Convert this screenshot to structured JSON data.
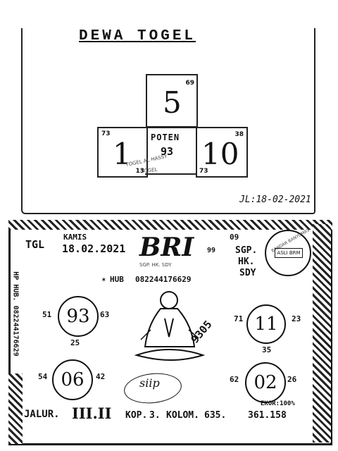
{
  "header": {
    "title": "DEWA TOGEL"
  },
  "grid": {
    "top": {
      "main": "5",
      "corner": "69"
    },
    "left": {
      "main": "1",
      "corner_top": "73",
      "corner_bottom": "13"
    },
    "center": {
      "label": "POTEN",
      "value": "93",
      "stamp_top": "TOGEL AL HASSY",
      "stamp_bottom": "TOGEL"
    },
    "right": {
      "main": "10",
      "corner_top": "38",
      "corner_bottom": "73"
    }
  },
  "top_date": "JL:18-02-2021",
  "ticket": {
    "tgl": "TGL",
    "day": "KAMIS",
    "date": "18.02.2021",
    "sequence": "09",
    "brand": "BRI",
    "brand_sub": "SGP. HK. SDY",
    "markets": [
      "SGP.",
      "HK.",
      "SDY"
    ],
    "number_99": "99",
    "hub_label": "HUB",
    "hub_number": "082244176629",
    "side_text": "HP HUB. 082244176629",
    "stamp": "BANDAR BANYUMAS",
    "stamp_inner": "ASLI BRM",
    "sketch_note": "9305",
    "signature": "siip",
    "circles": [
      {
        "value": "93",
        "left": "51",
        "right": "63",
        "below": "25"
      },
      {
        "value": "11",
        "left": "71",
        "right": "23",
        "below": "35"
      },
      {
        "value": "06",
        "left": "54",
        "right": "42"
      },
      {
        "value": "02",
        "left": "62",
        "right": "26"
      }
    ],
    "jalur_label": "JALUR.",
    "jalur_value": "III.II",
    "kop_label": "KOP.",
    "kop_value": "3.",
    "kolom_label": "KOLOM.",
    "kolom_value": "635.",
    "ekor_label": "EKOR:100%",
    "ekor_value": "361.158"
  }
}
